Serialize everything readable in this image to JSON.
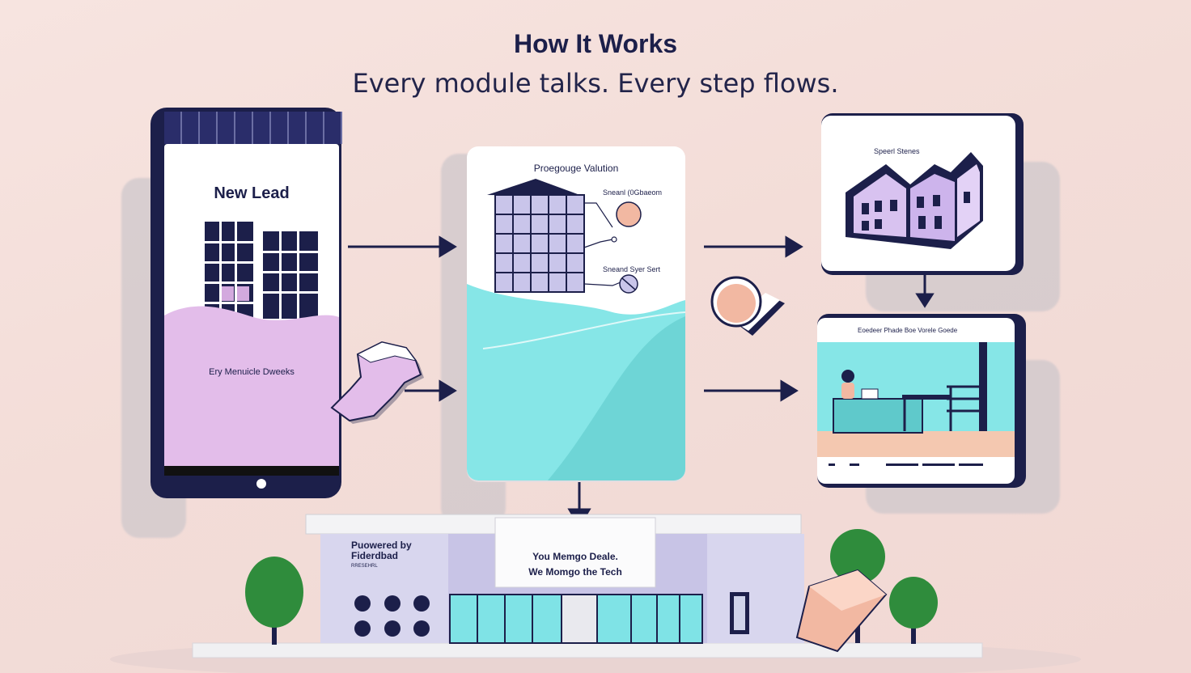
{
  "header": {
    "title": "How It Works",
    "subtitle": "Every module talks. Every step flows."
  },
  "steps": [
    {
      "label": "New Lead",
      "caption": "Ery Menuicle Dweeks"
    },
    {
      "label": "Proegouge Valution",
      "note_top": "Sneanl (0Gbaeom",
      "note_bottom": "Sneand Syer Sert"
    },
    {
      "label": "Speerl Stenes"
    },
    {
      "label": "Eoedeer Phade Boe Vorele Goede"
    }
  ],
  "building": {
    "powered_by": "Puowered by",
    "company": "Fiderdbad",
    "tagline": "RRESEHRL",
    "sign_line1": "You Memgo Deale.",
    "sign_line2": "We Momgo the Tech"
  },
  "colors": {
    "navy": "#1c1f4a",
    "lavender": "#e3bdea",
    "aqua": "#7fe3e6",
    "peach": "#f2b8a2",
    "background": "#f5e1dc"
  }
}
